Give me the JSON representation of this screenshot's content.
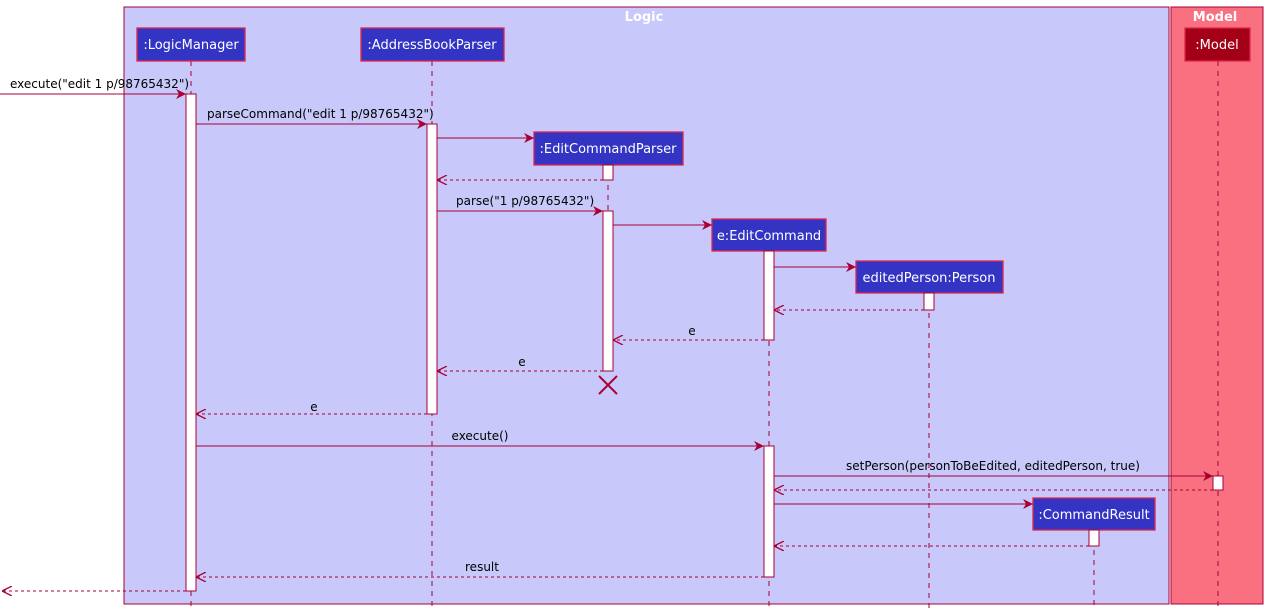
{
  "colors": {
    "logic_bg": "#C8C8FA",
    "logic_border": "#A80036",
    "model_bg": "#F97181",
    "model_border": "#A80036",
    "participant_fill": "#3333C4",
    "participant_border": "#E0264A",
    "model_participant_fill": "#A30017",
    "arrow": "#A80036",
    "lifeline": "#A80036",
    "activation_fill": "#FFFFFF",
    "destroy": "#A80036"
  },
  "groups": {
    "logic": {
      "title": "Logic"
    },
    "model": {
      "title": "Model"
    }
  },
  "participants": {
    "logic_manager": {
      "label": ":LogicManager"
    },
    "address_book_parser": {
      "label": ":AddressBookParser"
    },
    "edit_command_parser": {
      "label": ":EditCommandParser"
    },
    "edit_command": {
      "label": "e:EditCommand"
    },
    "edited_person": {
      "label": "editedPerson:Person"
    },
    "command_result": {
      "label": ":CommandResult"
    },
    "model": {
      "label": ":Model"
    }
  },
  "messages": {
    "execute_call": "execute(\"edit 1 p/98765432\")",
    "parse_command": "parseCommand(\"edit 1 p/98765432\")",
    "parse": "parse(\"1 p/98765432\")",
    "return_e_from_command": "e",
    "return_e_from_parser": "e",
    "return_e_to_manager": "e",
    "execute": "execute()",
    "set_person": "setPerson(personToBeEdited, editedPerson, true)",
    "result": "result"
  }
}
